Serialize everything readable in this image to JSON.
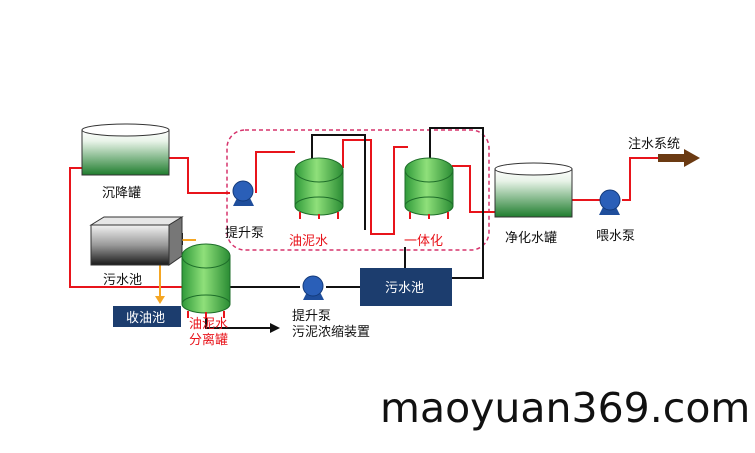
{
  "diagram": {
    "labels": {
      "sediment_tank": "沉降罐",
      "sewage_pool_left": "污水池",
      "oil_collection_pool": "收油池",
      "lift_pump_top": "提升泵",
      "oil_mud_water": "油泥水",
      "integrated_unit": "一体化",
      "clean_water_tank": "净化水罐",
      "feed_pump": "喂水泵",
      "water_injection_system": "注水系统",
      "separator_line1": "油泥水",
      "separator_line2": "分离罐",
      "lift_pump_bottom": "提升泵",
      "sludge_concentrator": "污泥浓缩装置",
      "sewage_pool_right": "污水池"
    },
    "colors": {
      "pipe_red": "#e8141b",
      "pipe_black": "#111111",
      "pipe_orange": "#f5a623",
      "pump_blue": "#1f4e9c",
      "tank_green": "#2f9a3a",
      "box_navy": "#1c3d6e",
      "dashed_border": "#d6336c",
      "arrow_brown": "#6b3a12"
    }
  },
  "watermark": "maoyuan369.com"
}
